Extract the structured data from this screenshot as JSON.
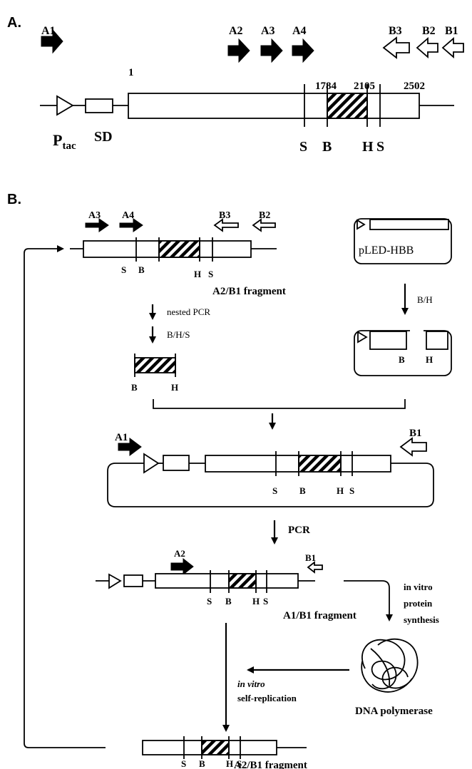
{
  "panel_a": {
    "label": "A.",
    "primers_forward": [
      "A1",
      "A2",
      "A3",
      "A4"
    ],
    "primers_reverse": [
      "B3",
      "B2",
      "B1"
    ],
    "positions": {
      "start": "1",
      "p1784": "1784",
      "p2105": "2105",
      "p2502": "2502"
    },
    "promoter_main": "P",
    "promoter_sub": "tac",
    "sd": "SD",
    "sites": {
      "s": "S",
      "b": "B",
      "h": "H"
    }
  },
  "panel_b": {
    "label": "B.",
    "top_primers": [
      "A3",
      "A4",
      "B3",
      "B2"
    ],
    "sites": {
      "s": "S",
      "b": "B",
      "h": "H"
    },
    "fragment_a2b1": "A2/B1 fragment",
    "nested_pcr": "nested PCR",
    "digest_bhs": "B/H/S",
    "plasmid_name": "pLED-HBB",
    "digest_bh": "B/H",
    "loop_primers": [
      "A1",
      "B1"
    ],
    "pcr": "PCR",
    "pcr_primers": [
      "A2",
      "B1"
    ],
    "fragment_a1b1": "A1/B1 fragment",
    "protein_synthesis": [
      "in vitro",
      "protein",
      "synthesis"
    ],
    "self_rep_italic": "in vitro",
    "self_rep": "self-replication",
    "polymerase": "DNA polymerase",
    "final_fragment": "A2/B1 fragment"
  }
}
